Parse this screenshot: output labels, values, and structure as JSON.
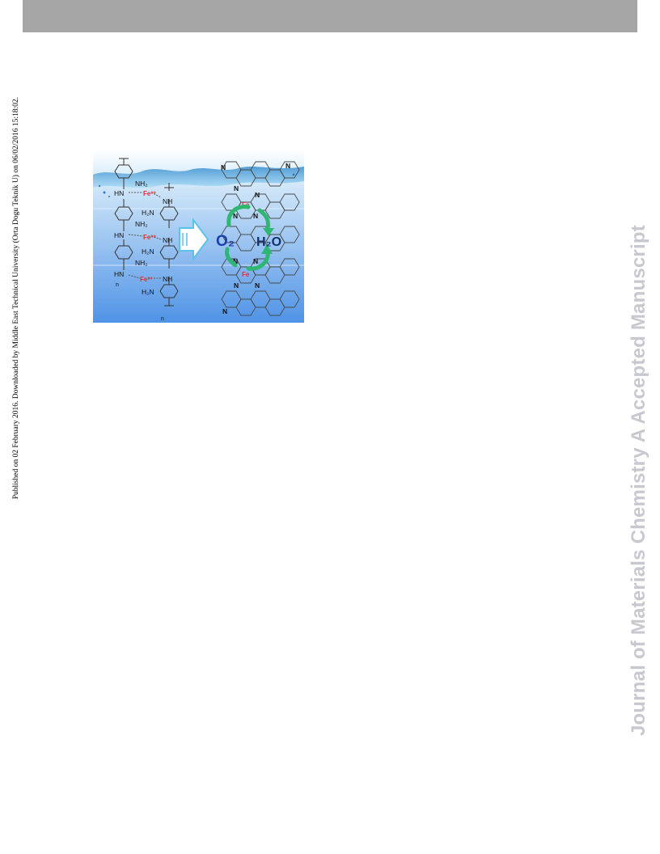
{
  "side_note": "Published on 02 February 2016. Downloaded by Middle East Technical University (Orta Dogu Teknik U) on 06/02/2016 15:18:02.",
  "watermark": "Journal of Materials Chemistry A Accepted Manuscript",
  "graphic": {
    "left_labels": {
      "nh2": "NH₂",
      "nh": "NH",
      "hn": "HN",
      "h2n": "H₂N",
      "fe3": "Fe³⁺",
      "n_repeat": "n"
    },
    "right_labels": {
      "n": "N",
      "fe": "Fe",
      "o2": "O₂",
      "h2o": "H₂O"
    },
    "colors": {
      "water_top": "#dff0fb",
      "water_bottom": "#4f93e6",
      "arrow": "#5bc3ea",
      "cycle": "#2fb673",
      "fe": "#e0302b",
      "o2": "#1f3fb0",
      "h2o": "#14306e"
    }
  }
}
